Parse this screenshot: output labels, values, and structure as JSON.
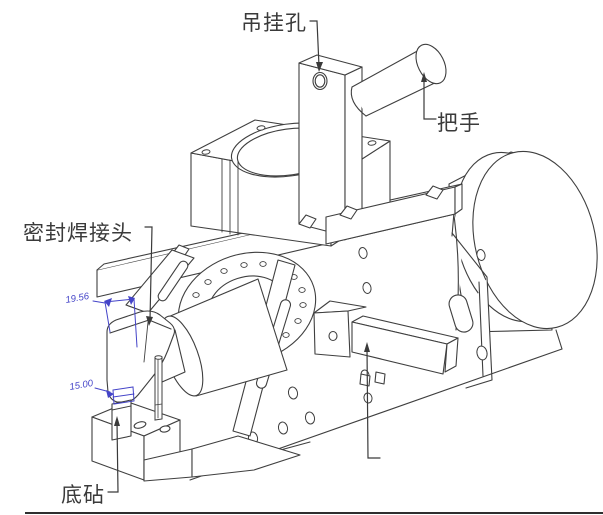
{
  "figure": {
    "type": "CAD isometric line drawing of ultrasonic sealing welder head assembly",
    "background": "#ffffff",
    "line_color": "#3f3f3f",
    "label_color": "#3a3a3a",
    "dimension_color": "#4444c8"
  },
  "labels": {
    "hanging_hole": "吊挂孔",
    "handle": "把手",
    "sealed_weld_head": "密封焊接头",
    "bottom_anvil": "底砧"
  },
  "dimensions": {
    "head_width_mm": "19.56",
    "gap_mm": "15.00"
  }
}
